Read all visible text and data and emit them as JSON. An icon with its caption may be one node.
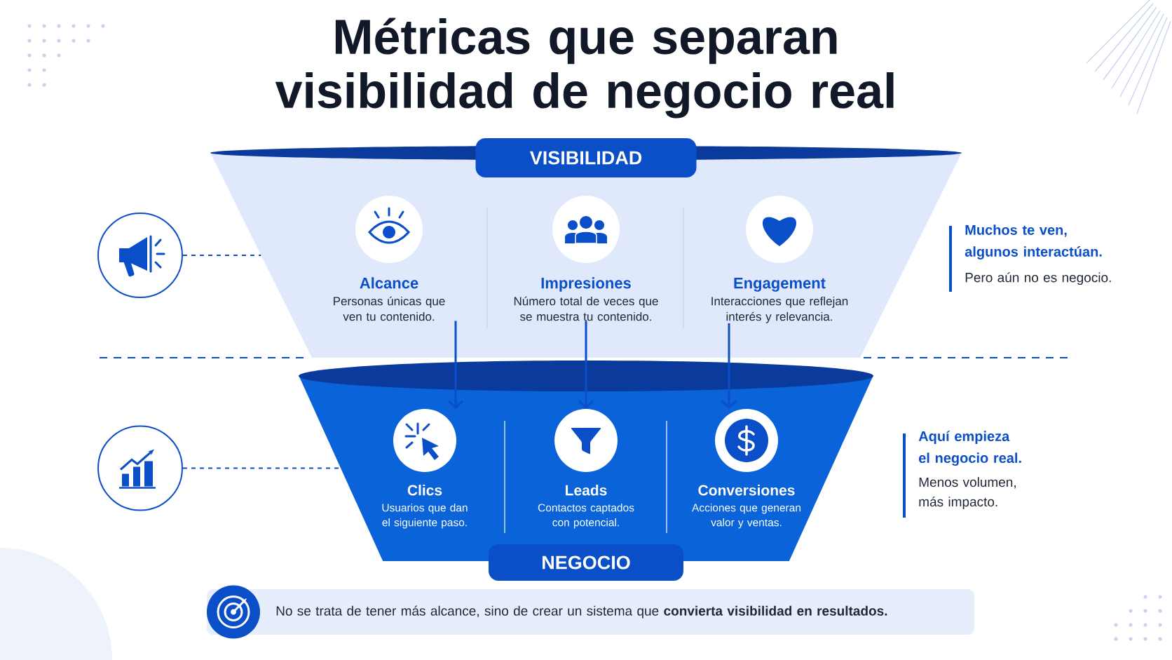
{
  "diagram": {
    "title": "Métricas que separan visibilidad de negocio real",
    "nodes": [
      {
        "text": [
          "VISIBILIDAD"
        ]
      },
      {
        "text": [
          "Alcance",
          "Personas únicas que ven tu contenido."
        ],
        "in": 0
      },
      {
        "text": [
          "Impresiones",
          "Número total de veces que se muestra tu contenido."
        ],
        "in": 0
      },
      {
        "text": [
          "Engagement",
          "Interacciones que reflejan interés y relevancia."
        ],
        "in": 0
      },
      {
        "text": [
          "NEGOCIO"
        ]
      },
      {
        "text": [
          "Clics",
          "Usuarios que dan el siguiente paso."
        ],
        "in": 4
      },
      {
        "text": [
          "Leads",
          "Contactos captados con potencial."
        ],
        "in": 4
      },
      {
        "text": [
          "Conversiones",
          "Acciones que generan valor y ventas."
        ],
        "in": 4
      },
      {
        "text": [],
        "shape": "circle"
      },
      {
        "text": [],
        "shape": "circle"
      },
      {
        "text": [
          "No se trata de tener más alcance, sino de crear un sistema que **convierta visibilidad en resultados.**"
        ]
      }
    ],
    "edges": [
      {
        "from": 8,
        "to": 0,
        "arrow": "none",
        "style": "dashed"
      },
      {
        "from": 9,
        "to": 4,
        "arrow": "none",
        "style": "dashed"
      },
      {
        "from": 1,
        "to": 5,
        "arrow": "to"
      },
      {
        "from": 2,
        "to": 6,
        "arrow": "to"
      },
      {
        "from": 3,
        "to": 7,
        "arrow": "to"
      }
    ],
    "labels": [
      "Muchos te ven, algunos interactúan.",
      "Pero aún no es negocio.",
      "Aquí empieza el negocio real.",
      "Menos volumen, más impacto."
    ]
  }
}
